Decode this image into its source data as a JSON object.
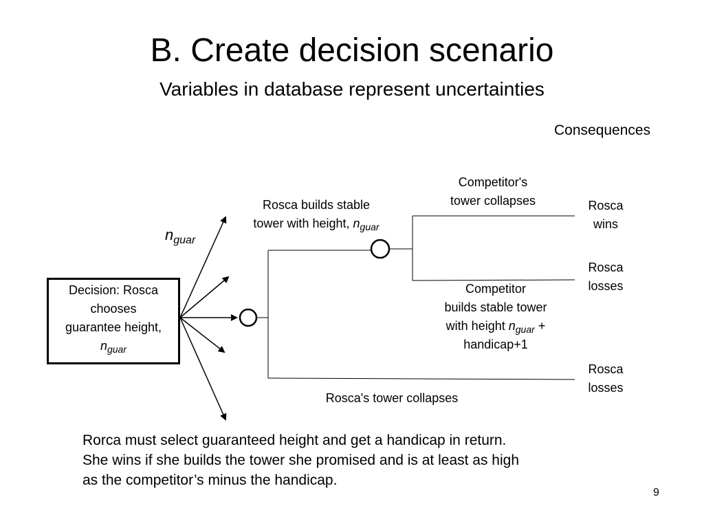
{
  "slide": {
    "title": "B. Create decision scenario",
    "subtitle": "Variables in database represent uncertainties",
    "consequences_heading": "Consequences",
    "page_number": "9"
  },
  "diagram": {
    "decision_node": {
      "line1": "Decision: Rosca",
      "line2": "chooses",
      "line3": "guarantee height,",
      "var": "n",
      "var_sub": "guar"
    },
    "option_label": {
      "var": "n",
      "var_sub": "guar"
    },
    "branches": {
      "rosca_stable": {
        "line1": "Rosca builds stable",
        "line2": "tower with height,",
        "var": "n",
        "var_sub": "guar"
      },
      "rosca_collapse": "Rosca's tower collapses",
      "competitor_collapse": {
        "line1": "Competitor's",
        "line2": "tower collapses"
      },
      "competitor_builds": {
        "line1": "Competitor",
        "line2": "builds stable tower",
        "line3_pre": "with height",
        "var": "n",
        "var_sub": "guar",
        "line3_post": "+",
        "line4": "handicap+1"
      }
    },
    "outcomes": {
      "o1": {
        "line1": "Rosca",
        "line2": "wins"
      },
      "o2": {
        "line1": "Rosca",
        "line2": "losses"
      },
      "o3": {
        "line1": "Rosca",
        "line2": "losses"
      }
    }
  },
  "note": {
    "line1": "Rorca must select guaranteed height and get a handicap in return.",
    "line2": "She wins if she builds the tower she promised and is at least as high",
    "line3": "as the competitor’s minus the handicap."
  }
}
